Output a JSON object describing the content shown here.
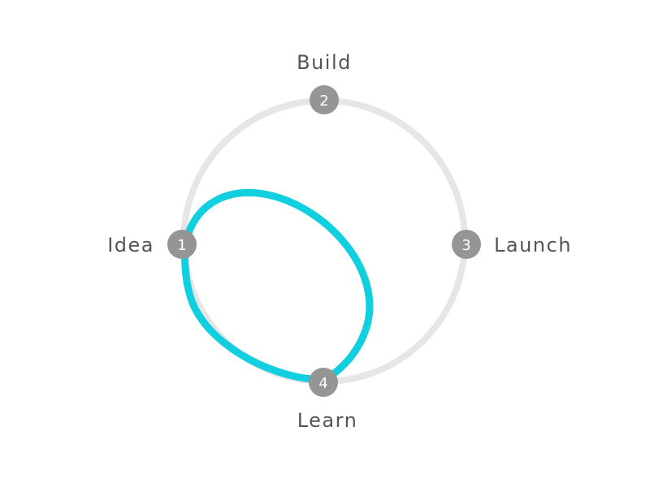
{
  "diagram": {
    "colors": {
      "ring": "#e6e6e6",
      "loop": "#12cfdf",
      "node_fill": "#959595",
      "node_text": "#ffffff",
      "label_text": "#555555",
      "background": "#ffffff"
    },
    "nodes": [
      {
        "number": "1",
        "label": "Idea"
      },
      {
        "number": "2",
        "label": "Build"
      },
      {
        "number": "3",
        "label": "Launch"
      },
      {
        "number": "4",
        "label": "Learn"
      }
    ]
  }
}
